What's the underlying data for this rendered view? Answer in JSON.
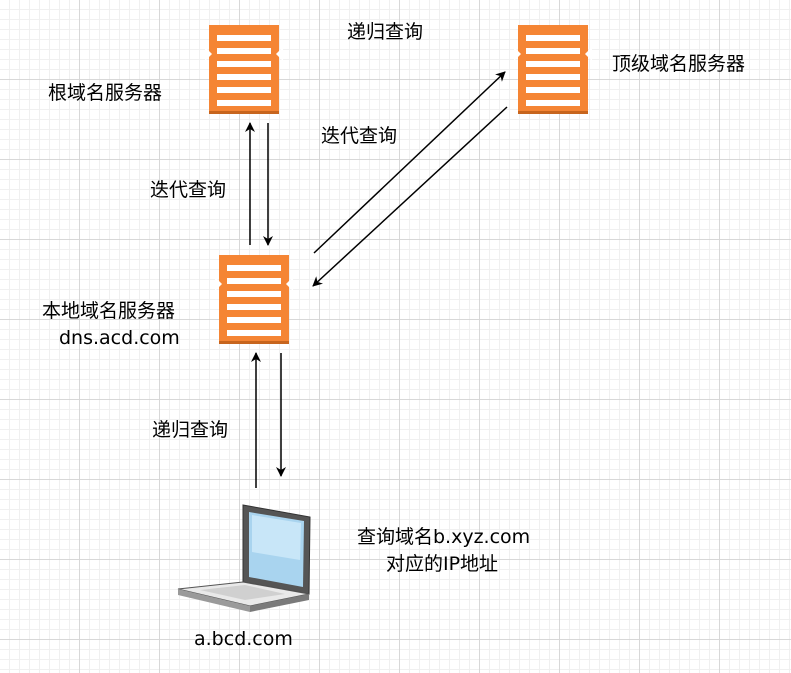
{
  "nodes": {
    "root": {
      "label": "根域名服务器"
    },
    "tld": {
      "label": "顶级域名服务器"
    },
    "local": {
      "label_line1": "本地域名服务器",
      "label_line2": "dns.acd.com"
    },
    "client": {
      "label": "a.bcd.com"
    }
  },
  "edges": {
    "top_label": "递归查询",
    "tld_label": "迭代查询",
    "root_label": "迭代查询",
    "client_label": "递归查询"
  },
  "note": {
    "line1": "查询域名b.xyz.com",
    "line2": "对应的IP地址"
  },
  "colors": {
    "server": "#F58534",
    "server_dark": "#C7651E",
    "edge": "#000000"
  }
}
